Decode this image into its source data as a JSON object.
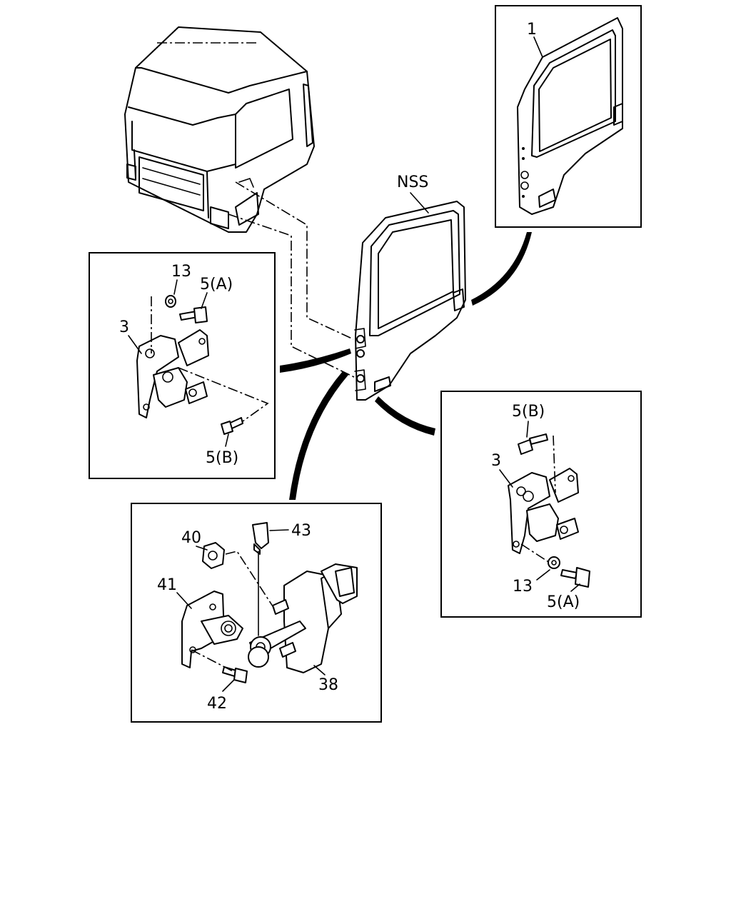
{
  "labels": {
    "door_top_right": "1",
    "door_main": "NSS",
    "hinge_left_bolt_top": "5(A)",
    "hinge_left_washer": "13",
    "hinge_left_plate": "3",
    "hinge_left_bolt_bottom": "5(B)",
    "hinge_right_bolt_top": "5(B)",
    "hinge_right_plate": "3",
    "hinge_right_washer": "13",
    "hinge_right_bolt_bottom": "5(A)",
    "check_nut": "40",
    "check_pin": "43",
    "check_bracket": "41",
    "check_bolt": "42",
    "check_body": "38"
  }
}
